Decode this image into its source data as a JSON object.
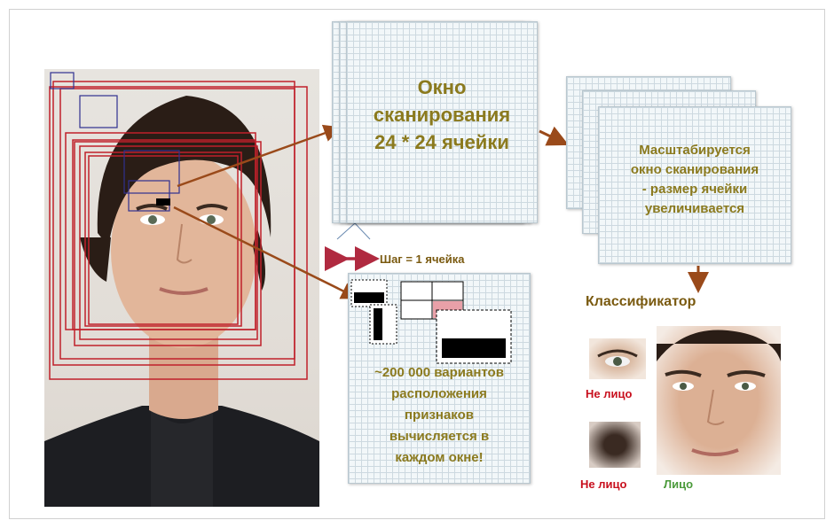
{
  "scan_window_text": [
    "Окно",
    "сканирования",
    "24 * 24 ячейки"
  ],
  "scaled_window_text": [
    "Масштабируется",
    "окно сканирования",
    "- размер ячейки",
    "увеличивается"
  ],
  "step_label": "Шаг = 1 ячейка",
  "features_text": [
    "~200 000 вариантов",
    "расположения",
    "признаков",
    "вычисляется в",
    "каждом окне!"
  ],
  "classifier_label": "Классификатор",
  "not_face_label_1": "Не лицо",
  "not_face_label_2": "Не лицо",
  "face_label": "Лицо",
  "colors": {
    "arrow": "#9a4a1a",
    "red_label": "#c8101e",
    "green_label": "#4a9a3a",
    "boxes": "#c0202a",
    "blue_boxes": "#303090"
  }
}
